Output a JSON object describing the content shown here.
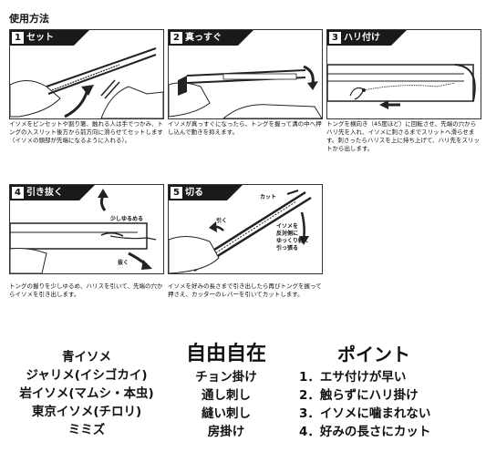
{
  "title": "使用方法",
  "steps": [
    {
      "num": "1",
      "label": "セット",
      "caption": "イソメをピンセットや割り箸、触れる人は手でつかみ、トングの入スリット後方から前方向に滑らせてセットします（イソメの頭部が先端になるように入れる）。"
    },
    {
      "num": "2",
      "label": "真っすぐ",
      "caption": "イソメが真っすぐになったら、トングを握って溝の中へ押し込んで動きを抑えます。"
    },
    {
      "num": "3",
      "label": "ハリ付け",
      "caption": "トングを横向き（45度ほど）に回転させ、先端の穴からハリ先を入れ、イソメに刺さるまでスリットへ滑らせます。刺さったらハリスを上に持ち上げて、ハリ先をスリットから出します。"
    },
    {
      "num": "4",
      "label": "引き抜く",
      "caption": "トングの握りを少しゆるめ、ハリスを引いて、先端の穴からイソメを引き出します。"
    },
    {
      "num": "5",
      "label": "切る",
      "caption": "イソメを好みの長さまで引き出したら再びトングを握って押さえ、カッターのレバーを引いてカットします。"
    }
  ],
  "annotations": {
    "loosen": "少しゆるめる",
    "pull": "抜く",
    "cut": "カット",
    "pull2": "引く",
    "reverse1": "イソメを",
    "reverse2": "反対側に",
    "reverse3": "ゆっくり軽く",
    "reverse4": "引っ張る"
  },
  "bait_list": [
    "青イソメ",
    "ジャリメ(イシゴカイ)",
    "岩イソメ(マムシ・本虫)",
    "東京イソメ(チロリ)",
    "ミミズ"
  ],
  "free": {
    "heading": "自由自在",
    "items": [
      "チョン掛け",
      "通し刺し",
      "縫い刺し",
      "房掛け"
    ]
  },
  "points": {
    "heading": "ポイント",
    "items": [
      "1．エサ付けが早い",
      "2．触らずにハリ掛け",
      "3．イソメに噛まれない",
      "4．好みの長さにカット"
    ]
  }
}
